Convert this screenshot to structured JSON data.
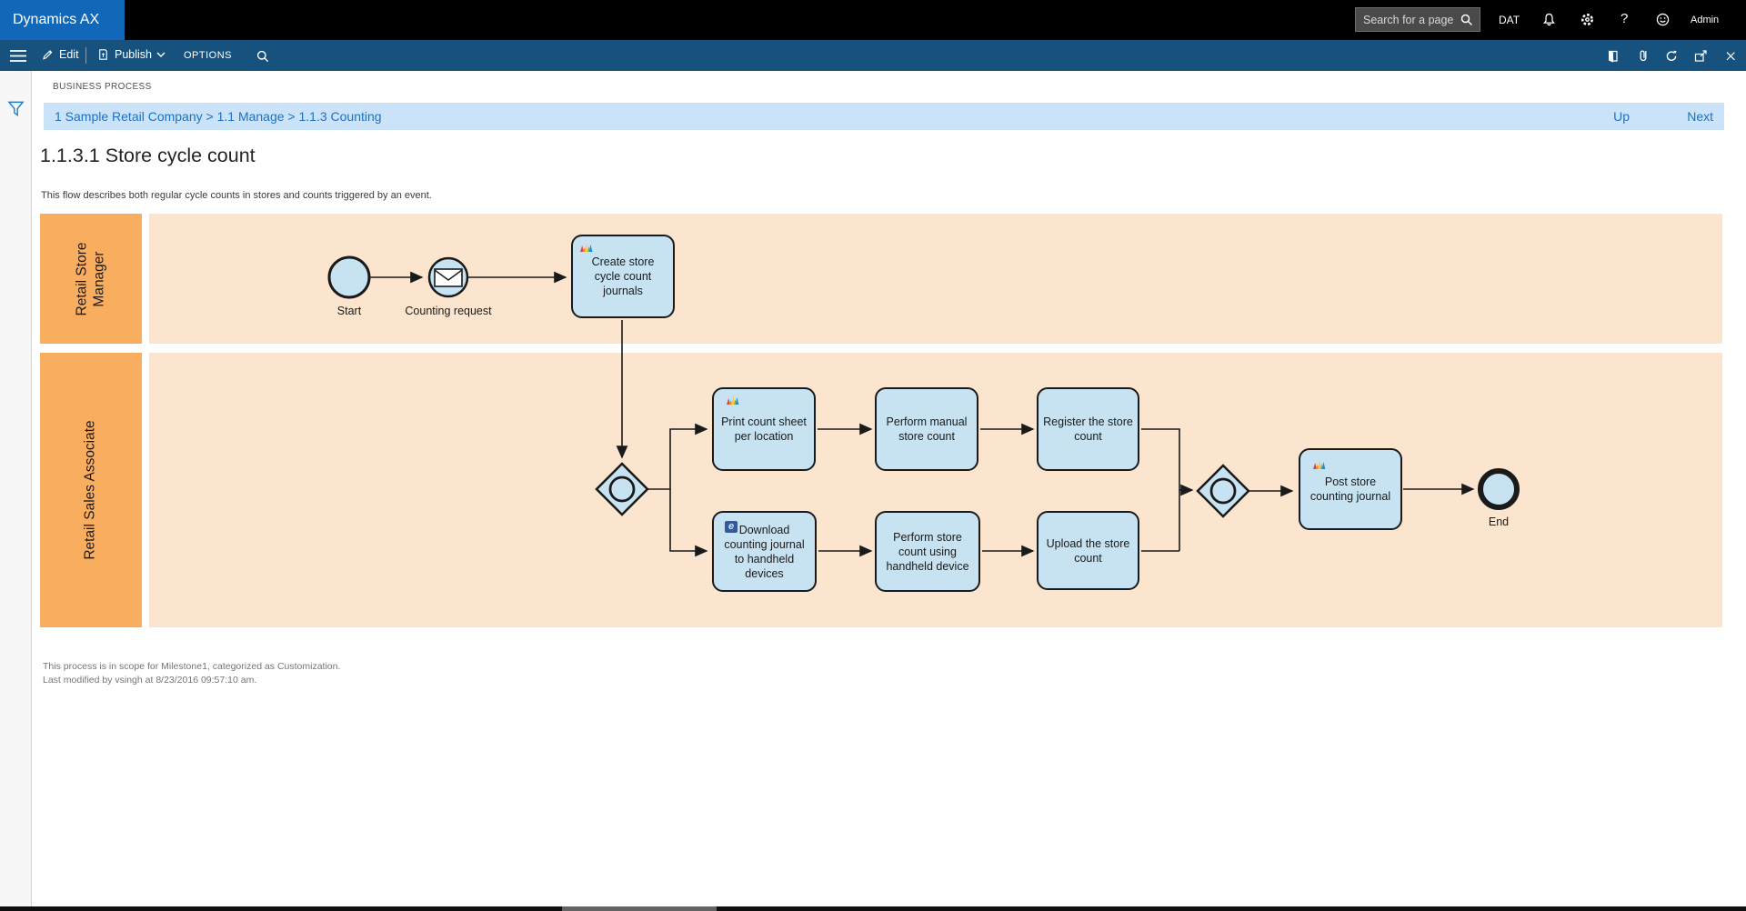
{
  "top_bar": {
    "app_title": "Dynamics AX",
    "search_placeholder": "Search for a page",
    "company_badge": "DAT",
    "help_label": "?",
    "user_name": "Admin"
  },
  "toolbar": {
    "edit_label": "Edit",
    "publish_label": "Publish",
    "options_label": "OPTIONS"
  },
  "page": {
    "section_label": "BUSINESS PROCESS",
    "breadcrumb": "1 Sample Retail Company > 1.1 Manage > 1.1.3 Counting",
    "up_link": "Up",
    "next_link": "Next",
    "title": "1.1.3.1 Store cycle count",
    "description": "This flow describes both regular cycle counts in stores and counts triggered by an event.",
    "footer_scope": "This process is in scope for Milestone1, categorized as Customization.",
    "footer_modified": "Last modified by vsingh at 8/23/2016 09:57:10 am."
  },
  "diagram": {
    "lanes": [
      {
        "label": "Retail Store Manager"
      },
      {
        "label": "Retail Sales Associate"
      }
    ],
    "nodes": {
      "start": "Start",
      "counting_request": "Counting request",
      "create_journals": "Create store cycle count journals",
      "print_sheet": "Print count sheet per location",
      "download_journal": "Download counting journal to handheld devices",
      "perform_manual": "Perform manual store count",
      "perform_handheld": "Perform store count using handheld device",
      "register_count": "Register the store count",
      "upload_count": "Upload the store count",
      "post_journal": "Post store counting journal",
      "end": "End",
      "ie_glyph": "e"
    }
  },
  "colors": {
    "accent_blue": "#1168B8",
    "toolbar_blue": "#17527E",
    "breadcrumb_bg": "#CBE3F8",
    "link_blue": "#1D70C4",
    "lane_label_bg": "#F9AD5F",
    "lane_body_bg": "#FCE5CE",
    "node_fill": "#C7E2F1",
    "node_border": "#1A1A1A"
  }
}
